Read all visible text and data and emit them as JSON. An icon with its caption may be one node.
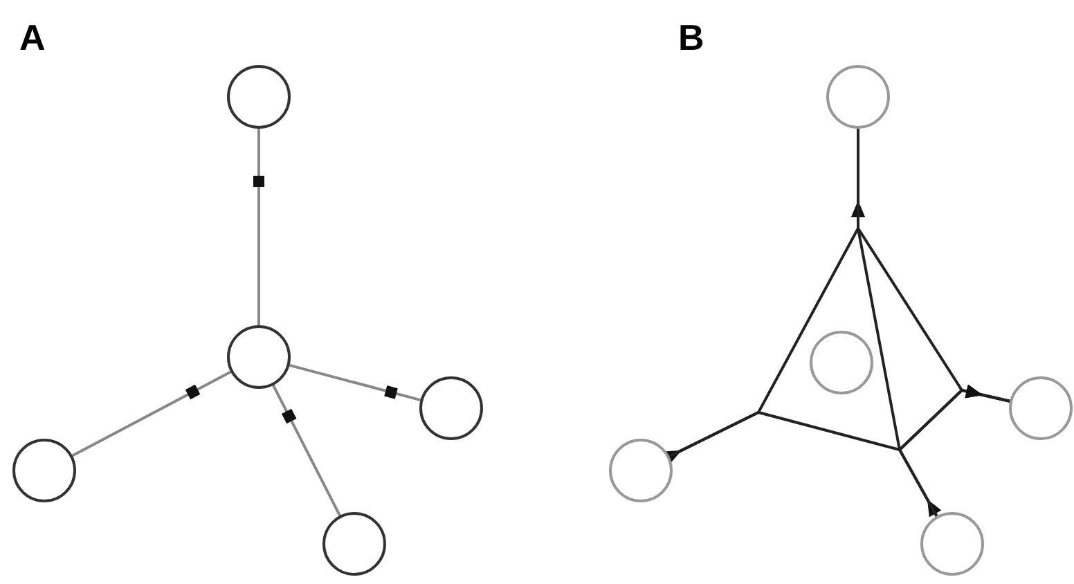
{
  "diagram": {
    "nodes": [
      {
        "text": [],
        "shape": "circle"
      },
      {
        "text": [],
        "shape": "circle"
      },
      {
        "text": [],
        "shape": "circle"
      },
      {
        "text": [],
        "shape": "circle"
      },
      {
        "text": [],
        "shape": "circle"
      },
      {
        "text": [],
        "shape": "circle"
      },
      {
        "text": [],
        "shape": "circle"
      },
      {
        "text": [],
        "shape": "circle"
      },
      {
        "text": [],
        "shape": "circle"
      },
      {
        "text": [],
        "shape": "circle"
      }
    ],
    "edges": [
      {
        "from": 0,
        "to": 1,
        "arrow": "other",
        "color": "#888888"
      },
      {
        "from": 2,
        "to": 1,
        "arrow": "other",
        "color": "#888888"
      },
      {
        "from": 3,
        "to": 1,
        "arrow": "other",
        "color": "#888888"
      },
      {
        "from": 4,
        "to": 1,
        "arrow": "other",
        "color": "#888888"
      },
      {
        "from": 8,
        "to": 5,
        "arrow": "to"
      },
      {
        "from": 9,
        "to": 5,
        "arrow": "to"
      },
      {
        "from": 8,
        "to": 7,
        "arrow": "to"
      },
      {
        "from": 9,
        "to": 7,
        "arrow": "to"
      },
      {
        "from": 5,
        "to": 7,
        "arrow": "to"
      }
    ],
    "labels": [
      "A",
      "B"
    ]
  }
}
